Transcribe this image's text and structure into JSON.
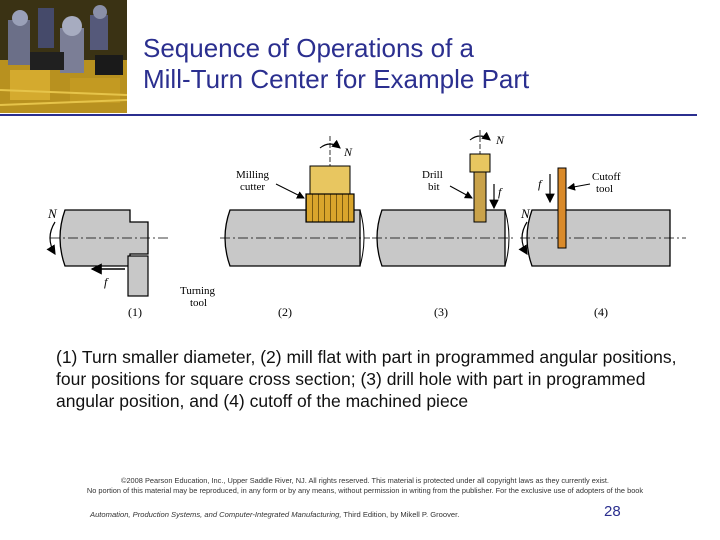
{
  "title": {
    "line1": "Sequence of Operations of a",
    "line2": "Mill-Turn Center for Example Part"
  },
  "diagram": {
    "labels": {
      "n": "N",
      "f": "f",
      "milling_cutter_1": "Milling",
      "milling_cutter_2": "cutter",
      "drill_bit_1": "Drill",
      "drill_bit_2": "bit",
      "cutoff_tool_1": "Cutoff",
      "cutoff_tool_2": "tool",
      "turning_tool_1": "Turning",
      "turning_tool_2": "tool"
    },
    "steps": [
      "(1)",
      "(2)",
      "(3)",
      "(4)"
    ]
  },
  "caption": "(1) Turn smaller diameter, (2) mill flat with part in programmed angular positions, four positions for square cross section; (3) drill hole with part in programmed angular position, and (4) cutoff of the machined piece",
  "footer": {
    "copyright_line1": "©2008 Pearson Education, Inc., Upper Saddle River, NJ. All rights reserved. This material is protected under all copyright laws as they currently exist.",
    "copyright_line2": "No portion of this material may be reproduced, in any form or by any means, without permission in writing from the publisher. For the exclusive use of adopters of the book",
    "book_title": "Automation, Production Systems, and Computer-Integrated Manufacturing,",
    "book_rest": " Third Edition, by Mikell P. Groover.",
    "page_number": "28"
  },
  "colors": {
    "title": "#2b2f8f",
    "part": "#c8c8c8",
    "milling_cutter": "#d9a52c",
    "drill": "#c9a24a",
    "cutoff_tool": "#d98a2a"
  }
}
